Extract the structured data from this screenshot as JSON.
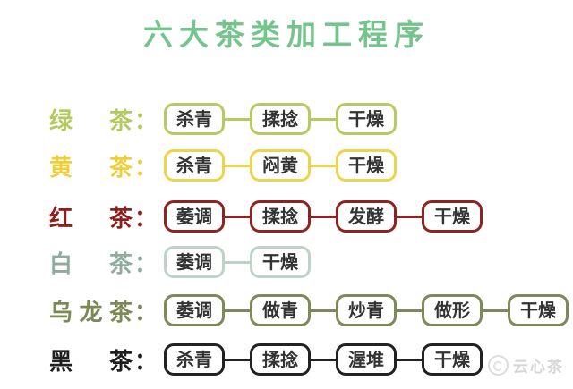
{
  "title": "六大茶类加工程序",
  "colors": {
    "title": "#74c48c",
    "step_text": "#333333",
    "background": "#ffffff",
    "watermark": "#d6d6d6"
  },
  "rows": [
    {
      "name": "绿茶",
      "name_chars": [
        "绿",
        "茶"
      ],
      "colon": "：",
      "color": "#b2c95e",
      "box_color": "#b6ca64",
      "steps": [
        "杀青",
        "揉捻",
        "干燥"
      ]
    },
    {
      "name": "黄茶",
      "name_chars": [
        "黄",
        "茶"
      ],
      "colon": "：",
      "color": "#edd039",
      "box_color": "#eed34e",
      "steps": [
        "杀青",
        "闷黄",
        "干燥"
      ]
    },
    {
      "name": "红茶",
      "name_chars": [
        "红",
        "茶"
      ],
      "colon": "：",
      "color": "#8e1f1c",
      "box_color": "#8e2420",
      "steps": [
        "萎调",
        "揉捻",
        "发酵",
        "干燥"
      ]
    },
    {
      "name": "白茶",
      "name_chars": [
        "白",
        "茶"
      ],
      "colon": "：",
      "color": "#8fab9e",
      "box_color": "#bed3c7",
      "steps": [
        "萎调",
        "干燥"
      ]
    },
    {
      "name": "乌龙茶",
      "name_chars": [
        "乌",
        "龙",
        "茶"
      ],
      "colon": "：",
      "color": "#7b8a55",
      "box_color": "#7d8a56",
      "steps": [
        "萎调",
        "做青",
        "炒青",
        "做形",
        "干燥"
      ]
    },
    {
      "name": "黑茶",
      "name_chars": [
        "黑",
        "茶"
      ],
      "colon": "：",
      "color": "#1e1e1e",
      "box_color": "#222222",
      "steps": [
        "杀青",
        "揉捻",
        "渥堆",
        "干燥"
      ]
    }
  ],
  "watermark": {
    "logo_icon": "yunxin-circle-logo-icon",
    "text": "云心茶"
  }
}
